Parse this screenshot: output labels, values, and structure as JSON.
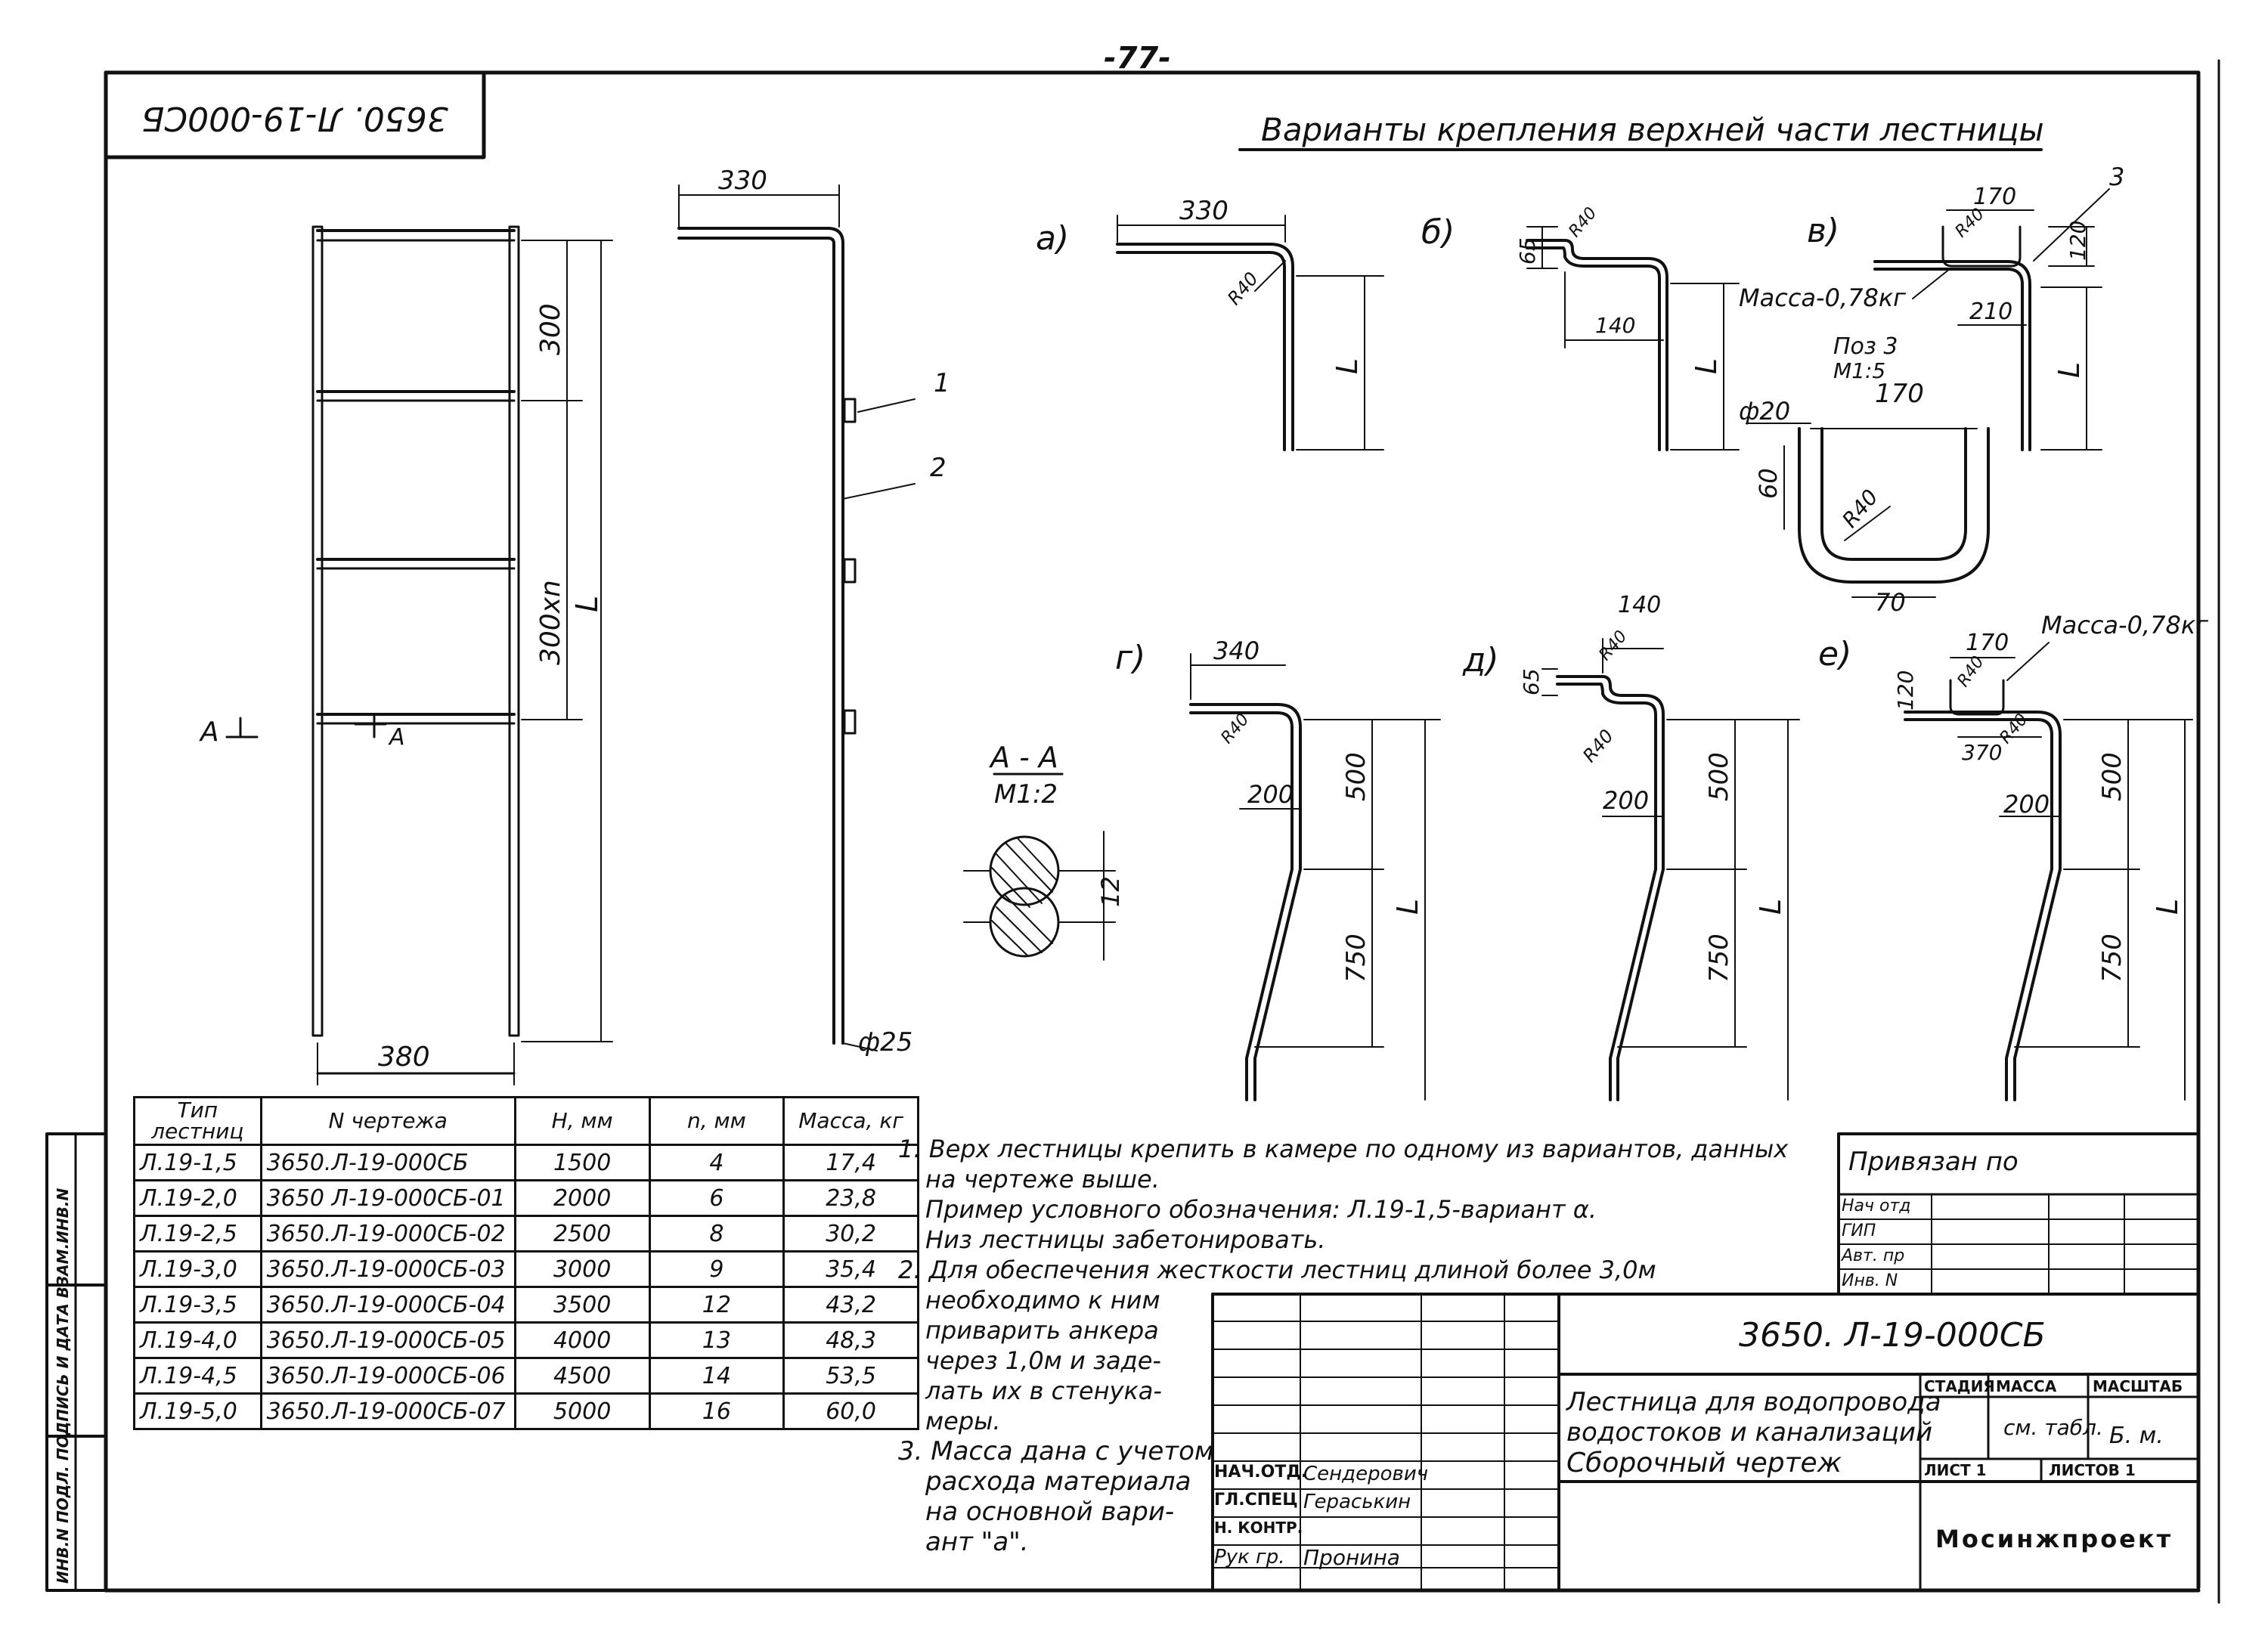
{
  "page_number": "-77-",
  "top_stamp": "3650. Л-19-000СБ",
  "section_title": "Варианты крепления верхней части лестницы",
  "dims": {
    "front_width": "380",
    "step_300": "300",
    "step_300n": "300хn",
    "length_L": "L",
    "side_330": "330",
    "rod_dia": "ф25",
    "leader_1": "1",
    "leader_2": "2",
    "section_mark": "А",
    "section_title": "А - А",
    "section_scale": "М1:2",
    "section_12": "12",
    "a_330": "330",
    "a_r40": "R40",
    "b_65": "65",
    "b_r40": "R40",
    "b_140": "140",
    "v_170": "170",
    "v_120": "120",
    "v_210": "210",
    "v_3": "3",
    "v_r40": "R40",
    "mass_078": "Масса-0,78кг",
    "pos3_title": "Поз 3",
    "pos3_scale": "М1:5",
    "pos3_170": "170",
    "pos3_d20": "ф20",
    "pos3_60": "60",
    "pos3_r40": "R40",
    "pos3_70": "70",
    "g_340": "340",
    "g_r40": "R40",
    "d_140": "140",
    "d_65": "65",
    "e_170": "170",
    "e_120": "120",
    "e_370": "370",
    "e_mass": "Масса-0,78кг",
    "dim_200": "200",
    "dim_500": "500",
    "dim_750": "750"
  },
  "variant_labels": [
    "а)",
    "б)",
    "в)",
    "г)",
    "д)",
    "е)"
  ],
  "spec_table": {
    "headers": [
      "Тип лестниц",
      "N чертежа",
      "H, мм",
      "n, мм",
      "Масса, кг"
    ],
    "rows": [
      [
        "Л.19-1,5",
        "3650.Л-19-000СБ",
        "1500",
        "4",
        "17,4"
      ],
      [
        "Л.19-2,0",
        "3650 Л-19-000СБ-01",
        "2000",
        "6",
        "23,8"
      ],
      [
        "Л.19-2,5",
        "3650.Л-19-000СБ-02",
        "2500",
        "8",
        "30,2"
      ],
      [
        "Л.19-3,0",
        "3650.Л-19-000СБ-03",
        "3000",
        "9",
        "35,4"
      ],
      [
        "Л.19-3,5",
        "3650.Л-19-000СБ-04",
        "3500",
        "12",
        "43,2"
      ],
      [
        "Л.19-4,0",
        "3650.Л-19-000СБ-05",
        "4000",
        "13",
        "48,3"
      ],
      [
        "Л.19-4,5",
        "3650.Л-19-000СБ-06",
        "4500",
        "14",
        "53,5"
      ],
      [
        "Л.19-5,0",
        "3650.Л-19-000СБ-07",
        "5000",
        "16",
        "60,0"
      ]
    ]
  },
  "notes": [
    "1. Верх лестницы крепить в камере по одному из вариантов, данных",
    "на чертеже выше.",
    "Пример условного обозначения: Л.19-1,5-вариант α.",
    "Низ лестницы забетонировать.",
    "2. Для обеспечения жесткости лестниц длиной более 3,0м",
    "необходимо к ним",
    "приварить анкера",
    "через 1,0м и заде-",
    "лать их в стенука-",
    "меры.",
    "3. Масса дана с учетом",
    "расхода материала",
    "на основной вари-",
    "ант \"а\"."
  ],
  "title_block": {
    "bound_to": "Привязан по",
    "bound_rows": [
      "Нач отд",
      "ГИП",
      "Авт. пр",
      "Инв. N"
    ],
    "doc_code": "3650. Л-19-000СБ",
    "doc_title": [
      "Лестница для водопровода",
      "водостоков и канализаций",
      "Сборочный чертеж"
    ],
    "stage_label": "СТАДИЯ",
    "mass_label": "МАССА",
    "scale_label": "МАСШТАБ",
    "mass_value": "см. табл.",
    "scale_value": "Б. м.",
    "sheet_label": "ЛИСТ 1",
    "sheets_label": "ЛИСТОВ 1",
    "org": "Мосинжпроект",
    "signatures": [
      {
        "role": "НАЧ.ОТД.",
        "name": "Сендерович"
      },
      {
        "role": "ГЛ.СПЕЦ",
        "name": "Гераськин"
      },
      {
        "role": "Н. КОНТР.",
        "name": ""
      },
      {
        "role": "Рук гр.",
        "name": "Пронина"
      }
    ]
  },
  "side_stamp": "ИНВ.N ПОДЛ.  ПОДПИСЬ И ДАТА  ВЗАМ.ИНВ.N"
}
